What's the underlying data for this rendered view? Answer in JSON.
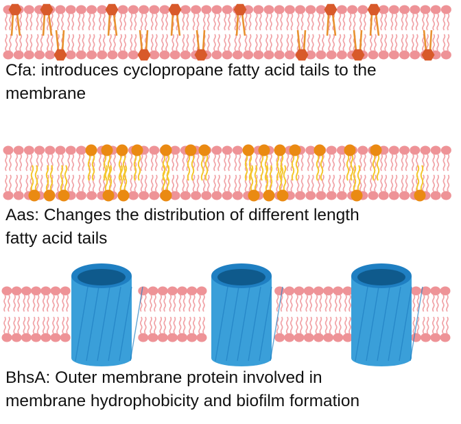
{
  "colors": {
    "headgroup": "#ee9397",
    "tail": "#f1a3a7",
    "cyclopropane_head": "#d85a2a",
    "cyclopropane_tail": "#e8912f",
    "aas_head": "#ea8a12",
    "aas_tail": "#f4c72e",
    "barrel_body": "#3a9fd9",
    "barrel_rim": "#1f7fc2",
    "barrel_inner": "#0f5a8c",
    "text": "#111111"
  },
  "icons": [
    "lipid-bilayer",
    "cyclopropane-lipid",
    "unsaturated-lipid",
    "beta-barrel-protein"
  ],
  "panels": [
    {
      "caption_line1": "Cfa: introduces cyclopropane fatty acid tails to the",
      "caption_line2": "membrane"
    },
    {
      "caption_line1": "Aas: Changes the distribution of different length",
      "caption_line2": "fatty acid tails"
    },
    {
      "caption_line1": "BhsA: Outer membrane protein involved in",
      "caption_line2": "membrane hydrophobicity and biofilm formation"
    }
  ]
}
